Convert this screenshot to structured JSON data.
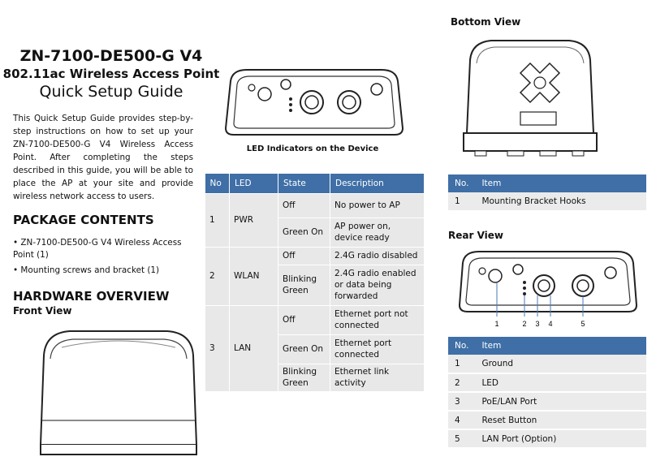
{
  "header": {
    "model": "ZN-7100-DE500-G V4",
    "subtitle": "802.11ac Wireless Access Point",
    "guide_title": "Quick Setup Guide"
  },
  "intro": "This Quick Setup Guide provides step-by-step instructions on how to set up your ZN-7100-DE500-G V4 Wireless Access Point. After completing the steps described in this guide, you will be able to place the AP at your site and provide wireless network access to users.",
  "package": {
    "heading": "PACKAGE CONTENTS",
    "items": [
      "• ZN-7100-DE500-G V4 Wireless Access Point (1)",
      "• Mounting screws and bracket (1)"
    ]
  },
  "hardware": {
    "heading": "HARDWARE OVERVIEW",
    "front_view": "Front View"
  },
  "led_section": {
    "caption": "LED Indicators on the Device",
    "headers": [
      "No",
      "LED",
      "State",
      "Description"
    ],
    "groups": [
      {
        "no": "1",
        "led": "PWR",
        "rows": [
          {
            "state": "Off",
            "desc": "No power to AP"
          },
          {
            "state": "Green On",
            "desc": "AP power on, device ready"
          }
        ]
      },
      {
        "no": "2",
        "led": "WLAN",
        "rows": [
          {
            "state": "Off",
            "desc": "2.4G radio disabled"
          },
          {
            "state": "Blinking Green",
            "desc": "2.4G radio enabled or data being forwarded"
          }
        ]
      },
      {
        "no": "3",
        "led": "LAN",
        "rows": [
          {
            "state": "Off",
            "desc": "Ethernet port not connected"
          },
          {
            "state": "Green On",
            "desc": "Ethernet port connected"
          },
          {
            "state": "Blinking Green",
            "desc": "Ethernet link activity"
          }
        ]
      }
    ]
  },
  "bottom_view": {
    "heading": "Bottom View",
    "headers": [
      "No.",
      "Item"
    ],
    "rows": [
      {
        "no": "1",
        "item": "Mounting Bracket Hooks"
      }
    ]
  },
  "rear_view": {
    "heading": "Rear View",
    "callouts": [
      "1",
      "2",
      "3",
      "4",
      "5"
    ],
    "headers": [
      "No.",
      "Item"
    ],
    "rows": [
      {
        "no": "1",
        "item": "Ground"
      },
      {
        "no": "2",
        "item": "LED"
      },
      {
        "no": "3",
        "item": "PoE/LAN Port"
      },
      {
        "no": "4",
        "item": "Reset Button"
      },
      {
        "no": "5",
        "item": " LAN Port (Option)"
      }
    ]
  },
  "colors": {
    "table_header": "#3f6fa6",
    "table_cell": "#e8e8e8"
  }
}
